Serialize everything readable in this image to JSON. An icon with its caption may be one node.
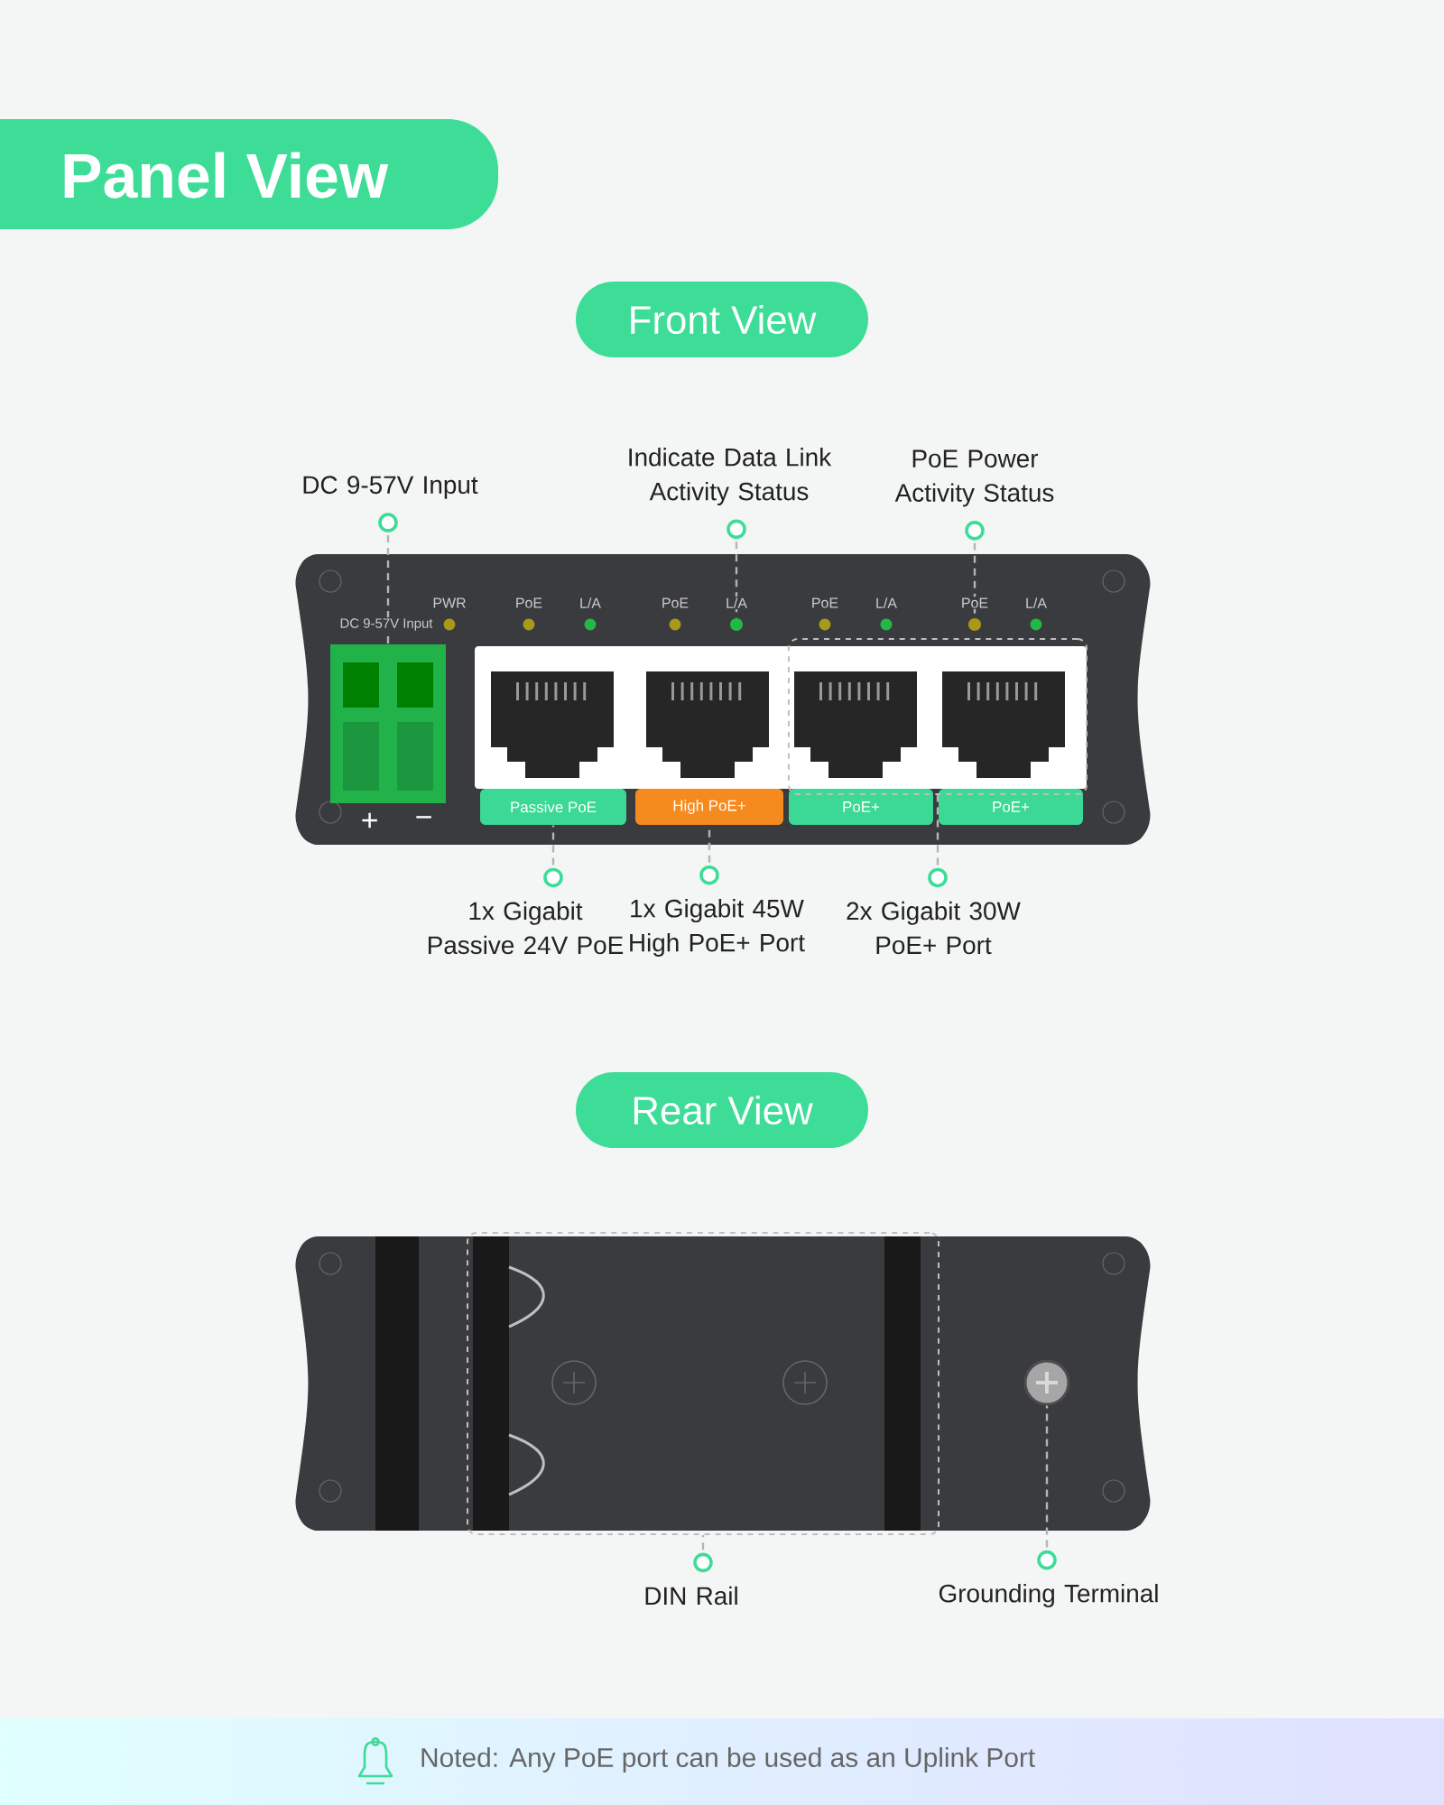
{
  "diagram": {
    "title": "Panel View",
    "caption": "Noted: Any PoE port can be used as an Uplink Port",
    "nodes": [
      {
        "text": [
          "Front View"
        ]
      },
      {
        "text": [
          "Rear View"
        ]
      },
      {
        "text": [
          "DC 9-57V Input"
        ]
      },
      {
        "text": [
          "Indicate Data Link Activity Status"
        ]
      },
      {
        "text": [
          "PoE Power Activity Status"
        ]
      },
      {
        "text": [
          "1x Gigabit Passive 24V PoE"
        ]
      },
      {
        "text": [
          "1x Gigabit 45W High PoE+ Port"
        ]
      },
      {
        "text": [
          "2x Gigabit 30W PoE+ Port"
        ]
      },
      {
        "text": [
          "DIN Rail"
        ]
      },
      {
        "text": [
          "Grounding Terminal"
        ]
      },
      {
        "text": [],
        "shape": "box",
        "beside": [
          "+",
          "−"
        ]
      },
      {
        "text": [],
        "shape": "circle"
      },
      {
        "text": [],
        "shape": "circle"
      },
      {
        "text": [
          "Passive PoE"
        ]
      },
      {
        "text": [
          "High PoE+"
        ]
      },
      {
        "text": [
          "PoE+"
        ]
      },
      {
        "text": [
          "PoE+"
        ]
      },
      {
        "text": [],
        "shape": "box"
      },
      {
        "text": [],
        "shape": "box"
      },
      {
        "text": [],
        "shape": "circle"
      }
    ],
    "edges": [
      {
        "from": 2,
        "to": 10,
        "arrow": "other",
        "style": "dashed"
      },
      {
        "from": 3,
        "to": 11,
        "arrow": "other",
        "style": "dashed"
      },
      {
        "from": 4,
        "to": 12,
        "arrow": "other",
        "style": "dashed"
      },
      {
        "from": 5,
        "to": 13,
        "arrow": "other",
        "style": "dashed"
      },
      {
        "from": 6,
        "to": 14,
        "arrow": "other",
        "style": "dashed"
      },
      {
        "from": 7,
        "to": 17,
        "arrow": "other",
        "style": "dashed"
      },
      {
        "from": 8,
        "to": 18,
        "arrow": "other",
        "style": "dashed"
      },
      {
        "from": 9,
        "to": 19,
        "arrow": "other",
        "style": "dashed"
      }
    ],
    "labels": [
      "PWR",
      "DC 9-57V Input",
      "PoE",
      "L/A",
      "PoE",
      "L/A",
      "PoE",
      "L/A",
      "PoE",
      "L/A"
    ]
  }
}
